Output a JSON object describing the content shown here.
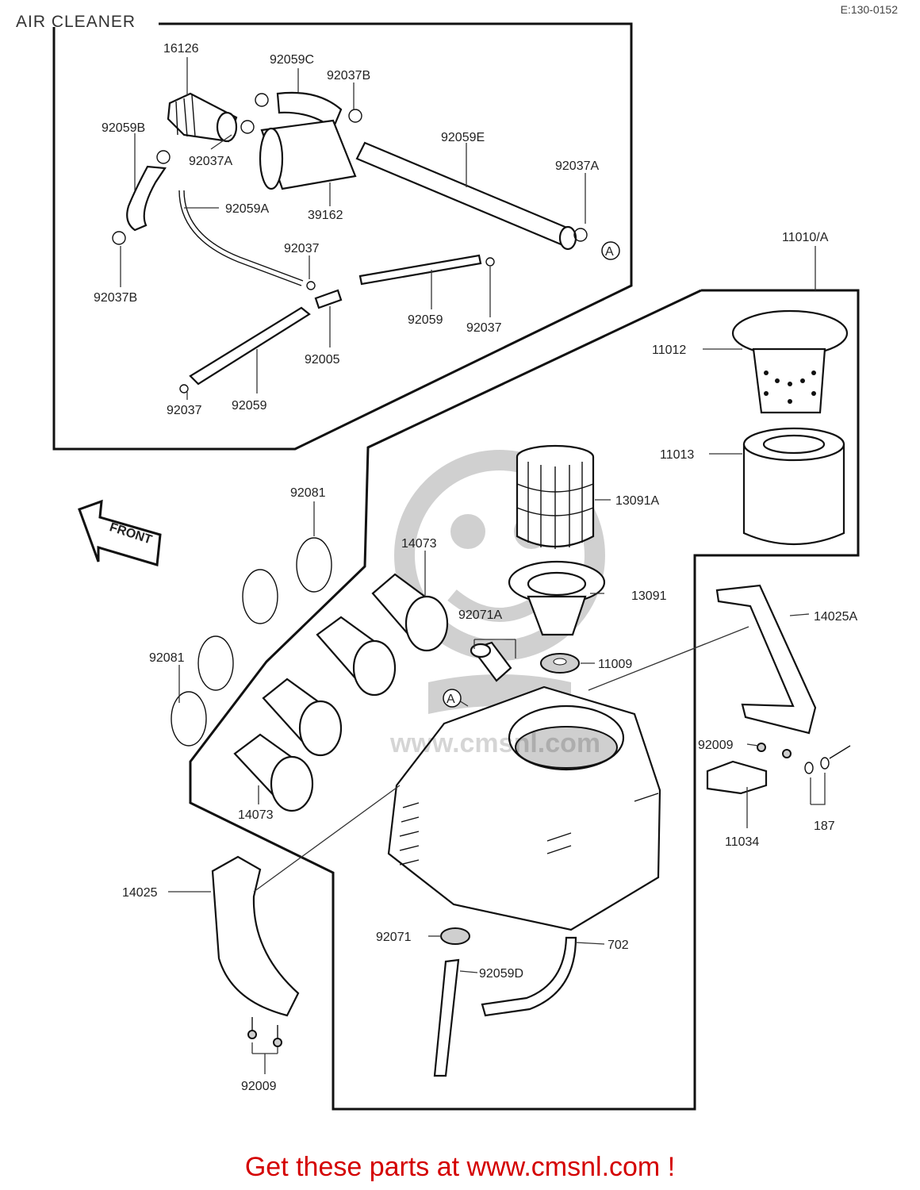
{
  "title": "AIR CLEANER",
  "drawing_code": "E:130-0152",
  "footer": "Get these parts at www.cmsnl.com !",
  "watermark_text": "www.cmsnl.com",
  "front_label": "FRONT",
  "marker": "A",
  "parts": {
    "p16126": "16126",
    "p92059C": "92059C",
    "p92037B_top": "92037B",
    "p92059B": "92059B",
    "p92037A_left": "92037A",
    "p39162": "39162",
    "p92059E": "92059E",
    "p92037A_right": "92037A",
    "p92059A": "92059A",
    "p92037B_left": "92037B",
    "p92037_mid": "92037",
    "p92059_right": "92059",
    "p92037_right": "92037",
    "p92005": "92005",
    "p92037_low": "92037",
    "p92059_low": "92059",
    "p11010A": "11010/A",
    "p11012": "11012",
    "p11013": "11013",
    "p13091A": "13091A",
    "p13091": "13091",
    "p92081_top": "92081",
    "p14073_top": "14073",
    "p92071A": "92071A",
    "p11009": "11009",
    "p14025A": "14025A",
    "p92081_left": "92081",
    "p14073_bot": "14073",
    "p92009_right": "92009",
    "p11034": "11034",
    "p187": "187",
    "p14025": "14025",
    "p92071": "92071",
    "p702": "702",
    "p92059D": "92059D",
    "p92009_bot": "92009"
  }
}
